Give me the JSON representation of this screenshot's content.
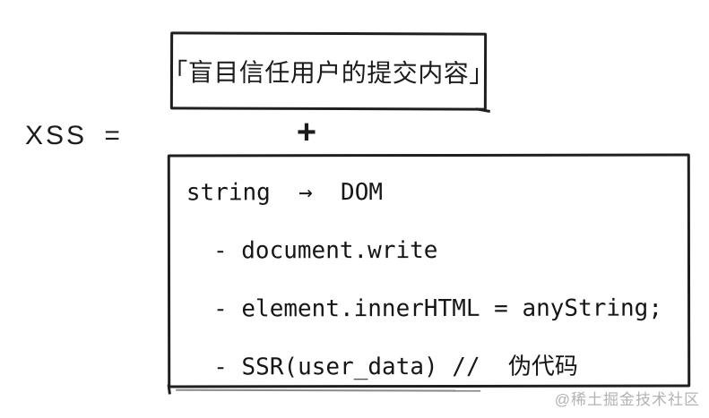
{
  "colors": {
    "ink": "#1f1f1f",
    "code_text": "#161616",
    "watermark_gray": "#b3b3b3",
    "background": "#ffffff"
  },
  "formula": {
    "lhs": "XSS =",
    "operator": "+"
  },
  "trust_box": {
    "text": "「盲目信任用户的提交内容」"
  },
  "code_box": {
    "lines": [
      {
        "text": "string  →  DOM"
      },
      {
        "text": "- document.write"
      },
      {
        "text": "- element.innerHTML = anyString;"
      },
      {
        "text": "- SSR(user_data) //  伪代码"
      }
    ]
  },
  "watermark": {
    "text": "@稀土掘金技术社区"
  }
}
